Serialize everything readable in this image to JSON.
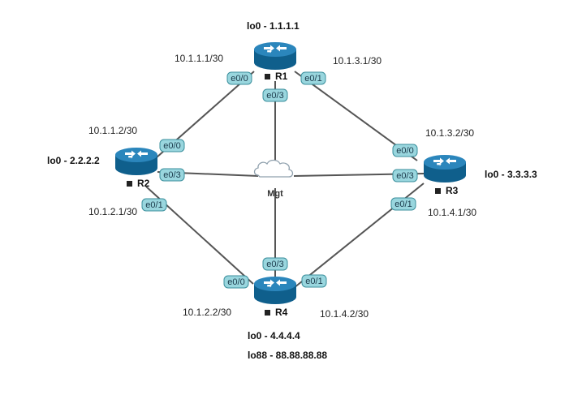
{
  "routers": {
    "r1": {
      "name": "R1",
      "loopback": "lo0 - 1.1.1.1"
    },
    "r2": {
      "name": "R2",
      "loopback": "lo0 - 2.2.2.2"
    },
    "r3": {
      "name": "R3",
      "loopback": "lo0 - 3.3.3.3"
    },
    "r4": {
      "name": "R4",
      "loopback": "lo0 - 4.4.4.4",
      "loopback2": "lo88 - 88.88.88.88"
    }
  },
  "cloud": {
    "name": "Mgt"
  },
  "ports": {
    "r1_e00": "e0/0",
    "r1_e01": "e0/1",
    "r1_e03": "e0/3",
    "r2_e00": "e0/0",
    "r2_e03": "e0/3",
    "r2_e01": "e0/1",
    "r3_e00": "e0/0",
    "r3_e03": "e0/3",
    "r3_e01": "e0/1",
    "r4_e00": "e0/0",
    "r4_e03": "e0/3",
    "r4_e01": "e0/1"
  },
  "subnets": {
    "r1_r2_r1": "10.1.1.1/30",
    "r1_r2_r2": "10.1.1.2/30",
    "r1_r3_r1": "10.1.3.1/30",
    "r1_r3_r3": "10.1.3.2/30",
    "r2_r4_r2": "10.1.2.1/30",
    "r2_r4_r4": "10.1.2.2/30",
    "r3_r4_r3": "10.1.4.1/30",
    "r3_r4_r4": "10.1.4.2/30"
  },
  "colors": {
    "router_body": "#0f5f8c",
    "router_top": "#2b86bc",
    "port_fill": "#99d6de",
    "port_stroke": "#3a8f9c",
    "link": "#555555"
  }
}
